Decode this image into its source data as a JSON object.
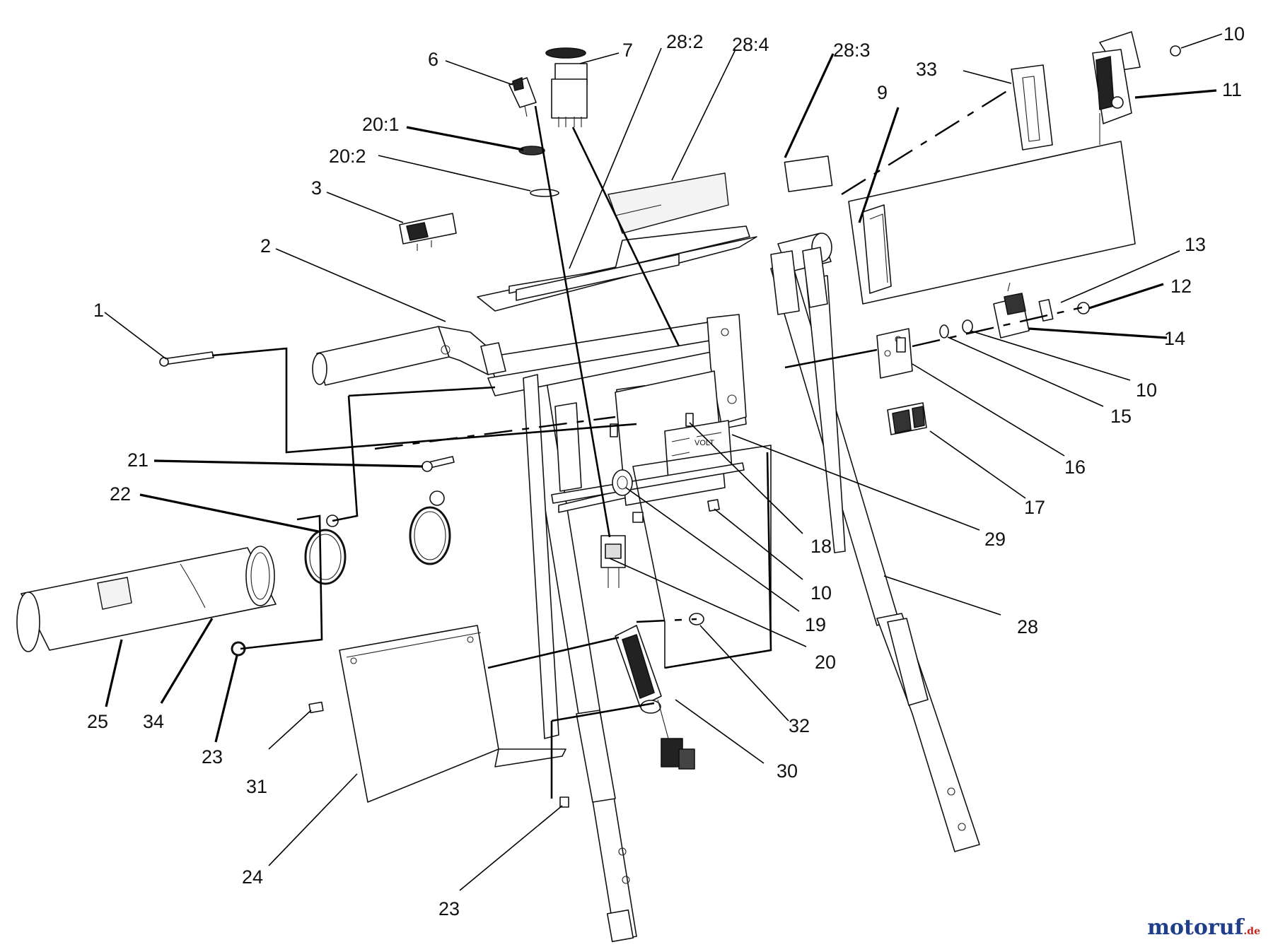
{
  "callouts": [
    {
      "id": "c1",
      "text": "1"
    },
    {
      "id": "c2",
      "text": "2"
    },
    {
      "id": "c3",
      "text": "3"
    },
    {
      "id": "c6",
      "text": "6"
    },
    {
      "id": "c7",
      "text": "7"
    },
    {
      "id": "c28_2",
      "text": "28:2"
    },
    {
      "id": "c28_4",
      "text": "28:4"
    },
    {
      "id": "c28_3",
      "text": "28:3"
    },
    {
      "id": "c20_1",
      "text": "20:1"
    },
    {
      "id": "c20_2",
      "text": "20:2"
    },
    {
      "id": "c33",
      "text": "33"
    },
    {
      "id": "c9",
      "text": "9"
    },
    {
      "id": "c10a",
      "text": "10"
    },
    {
      "id": "c11",
      "text": "11"
    },
    {
      "id": "c13",
      "text": "13"
    },
    {
      "id": "c12",
      "text": "12"
    },
    {
      "id": "c14",
      "text": "14"
    },
    {
      "id": "c10b",
      "text": "10"
    },
    {
      "id": "c15",
      "text": "15"
    },
    {
      "id": "c16",
      "text": "16"
    },
    {
      "id": "c17",
      "text": "17"
    },
    {
      "id": "c18",
      "text": "18"
    },
    {
      "id": "c29",
      "text": "29"
    },
    {
      "id": "c10c",
      "text": "10"
    },
    {
      "id": "c19",
      "text": "19"
    },
    {
      "id": "c20",
      "text": "20"
    },
    {
      "id": "c28",
      "text": "28"
    },
    {
      "id": "c21",
      "text": "21"
    },
    {
      "id": "c22",
      "text": "22"
    },
    {
      "id": "c25",
      "text": "25"
    },
    {
      "id": "c34",
      "text": "34"
    },
    {
      "id": "c23a",
      "text": "23"
    },
    {
      "id": "c31",
      "text": "31"
    },
    {
      "id": "c24",
      "text": "24"
    },
    {
      "id": "c23b",
      "text": "23"
    },
    {
      "id": "c32",
      "text": "32"
    },
    {
      "id": "c30",
      "text": "30"
    }
  ],
  "watermark": {
    "brand": "motoruf",
    "suffix": ".de"
  }
}
